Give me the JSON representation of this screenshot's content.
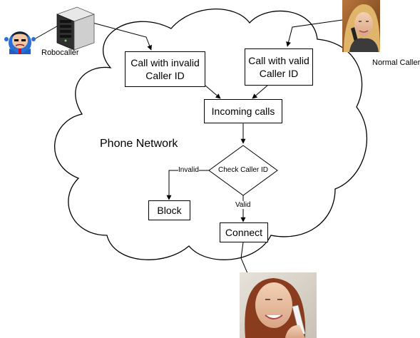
{
  "actors": {
    "robocaller": "Robocaller",
    "normal_caller": "Normal Caller"
  },
  "network": {
    "label": "Phone Network"
  },
  "nodes": {
    "invalid_call": "Call with invalid Caller ID",
    "valid_call": "Call with valid Caller ID",
    "incoming": "Incoming calls",
    "check": "Check Caller ID",
    "block": "Block",
    "connect": "Connect"
  },
  "edges": {
    "invalid": "Invalid",
    "valid": "Valid"
  },
  "colors": {
    "line": "#000000",
    "background": "#ffffff",
    "robot_face": "#1f5fbf",
    "server": "#3a3a3a"
  },
  "icons": {
    "robocaller": "robot-face-icon",
    "server": "server-icon",
    "normal_caller": "woman-phone-icon",
    "recipient": "woman-phone-icon"
  }
}
